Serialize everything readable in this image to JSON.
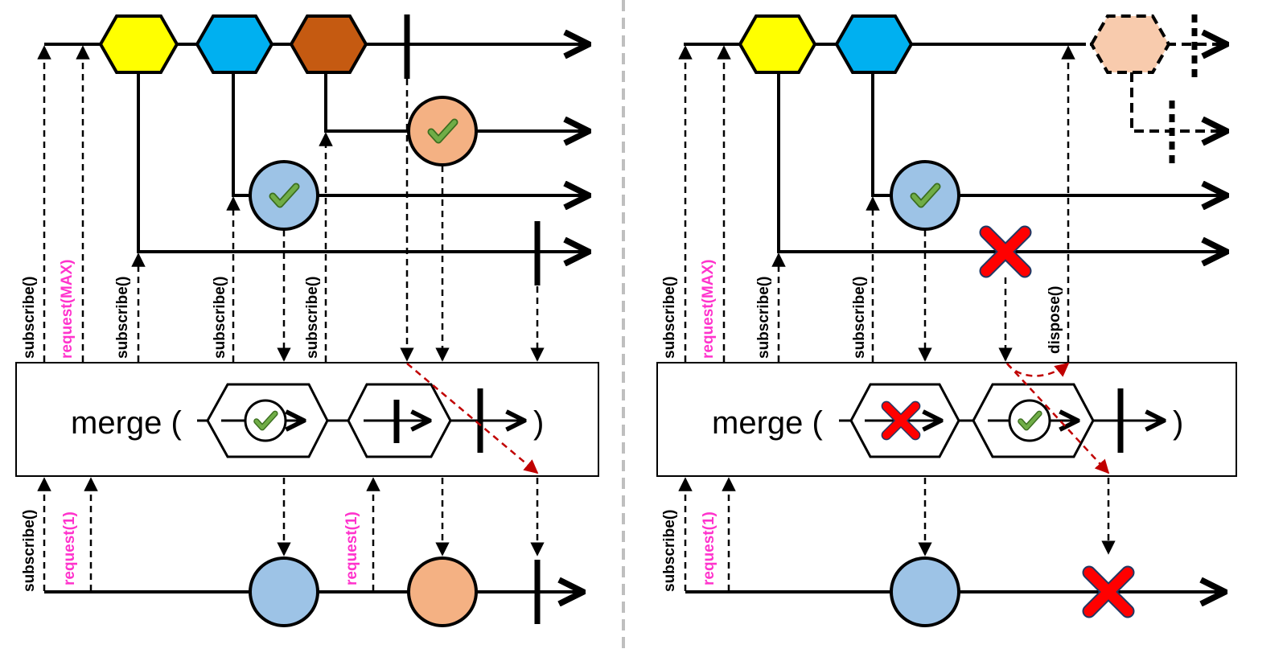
{
  "colors": {
    "yellow": "#FFFF00",
    "blue": "#00B0F0",
    "brown": "#C55A11",
    "light_orange": "#F4B183",
    "light_blue": "#9DC3E6",
    "peach": "#F8CBAD",
    "check_green": "#70AD47",
    "error_red": "#FF0000",
    "label_black": "#000000",
    "label_magenta": "#FF33CC",
    "divider_grey": "#BFBFBF"
  },
  "labels": {
    "subscribe": "subscribe()",
    "request_max": "request(MAX)",
    "request_1": "request(1)",
    "dispose": "dispose()",
    "merge_open": "merge (",
    "merge_close": ")"
  },
  "icons": [
    "check-icon",
    "error-cross-icon",
    "completion-bar-icon"
  ]
}
